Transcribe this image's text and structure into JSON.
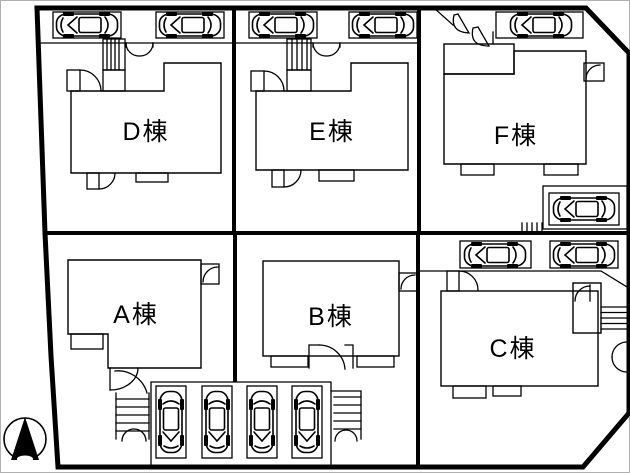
{
  "site": {
    "buildings": [
      {
        "id": "D",
        "label": "D棟"
      },
      {
        "id": "E",
        "label": "E棟"
      },
      {
        "id": "F",
        "label": "F棟"
      },
      {
        "id": "A",
        "label": "A棟"
      },
      {
        "id": "B",
        "label": "B棟"
      },
      {
        "id": "C",
        "label": "C棟"
      }
    ],
    "icons": {
      "compass": "north-arrow",
      "car": "car-top-view"
    },
    "colors": {
      "line": "#000000",
      "background": "#ffffff"
    }
  }
}
